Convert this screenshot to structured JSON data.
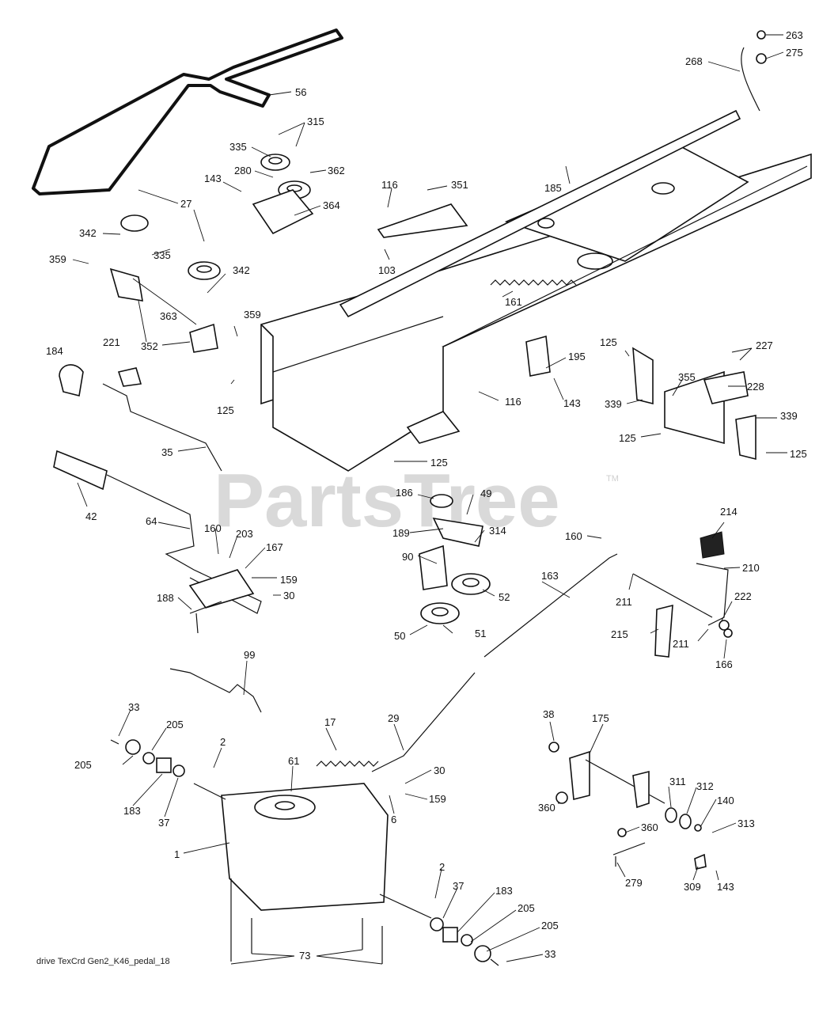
{
  "watermark": {
    "text": "PartsTree",
    "trademark": "TM"
  },
  "caption": "drive TexCrd Gen2_K46_pedal_18",
  "callouts": [
    {
      "id": "263",
      "text": "263"
    },
    {
      "id": "275",
      "text": "275"
    },
    {
      "id": "268",
      "text": "268"
    },
    {
      "id": "56",
      "text": "56"
    },
    {
      "id": "315",
      "text": "315"
    },
    {
      "id": "335a",
      "text": "335"
    },
    {
      "id": "280",
      "text": "280"
    },
    {
      "id": "362",
      "text": "362"
    },
    {
      "id": "143a",
      "text": "143"
    },
    {
      "id": "364",
      "text": "364"
    },
    {
      "id": "27",
      "text": "27"
    },
    {
      "id": "116a",
      "text": "116"
    },
    {
      "id": "351",
      "text": "351"
    },
    {
      "id": "185",
      "text": "185"
    },
    {
      "id": "342a",
      "text": "342"
    },
    {
      "id": "335b",
      "text": "335"
    },
    {
      "id": "359a",
      "text": "359"
    },
    {
      "id": "342b",
      "text": "342"
    },
    {
      "id": "103",
      "text": "103"
    },
    {
      "id": "161",
      "text": "161"
    },
    {
      "id": "363",
      "text": "363"
    },
    {
      "id": "359b",
      "text": "359"
    },
    {
      "id": "352",
      "text": "352"
    },
    {
      "id": "184",
      "text": "184"
    },
    {
      "id": "221",
      "text": "221"
    },
    {
      "id": "125a",
      "text": "125"
    },
    {
      "id": "125b",
      "text": "125"
    },
    {
      "id": "227",
      "text": "227"
    },
    {
      "id": "195",
      "text": "195"
    },
    {
      "id": "355",
      "text": "355"
    },
    {
      "id": "228",
      "text": "228"
    },
    {
      "id": "116b",
      "text": "116"
    },
    {
      "id": "143b",
      "text": "143"
    },
    {
      "id": "339a",
      "text": "339"
    },
    {
      "id": "339b",
      "text": "339"
    },
    {
      "id": "125c",
      "text": "125"
    },
    {
      "id": "125d",
      "text": "125"
    },
    {
      "id": "35",
      "text": "35"
    },
    {
      "id": "125e",
      "text": "125"
    },
    {
      "id": "42",
      "text": "42"
    },
    {
      "id": "186",
      "text": "186"
    },
    {
      "id": "49",
      "text": "49"
    },
    {
      "id": "214",
      "text": "214"
    },
    {
      "id": "64",
      "text": "64"
    },
    {
      "id": "160a",
      "text": "160"
    },
    {
      "id": "203",
      "text": "203"
    },
    {
      "id": "189",
      "text": "189"
    },
    {
      "id": "314",
      "text": "314"
    },
    {
      "id": "160b",
      "text": "160"
    },
    {
      "id": "167",
      "text": "167"
    },
    {
      "id": "90",
      "text": "90"
    },
    {
      "id": "210",
      "text": "210"
    },
    {
      "id": "159a",
      "text": "159"
    },
    {
      "id": "30a",
      "text": "30"
    },
    {
      "id": "163",
      "text": "163"
    },
    {
      "id": "52",
      "text": "52"
    },
    {
      "id": "211a",
      "text": "211"
    },
    {
      "id": "222",
      "text": "222"
    },
    {
      "id": "188",
      "text": "188"
    },
    {
      "id": "50",
      "text": "50"
    },
    {
      "id": "51",
      "text": "51"
    },
    {
      "id": "215",
      "text": "215"
    },
    {
      "id": "211b",
      "text": "211"
    },
    {
      "id": "166",
      "text": "166"
    },
    {
      "id": "99",
      "text": "99"
    },
    {
      "id": "33a",
      "text": "33"
    },
    {
      "id": "205a",
      "text": "205"
    },
    {
      "id": "17",
      "text": "17"
    },
    {
      "id": "29",
      "text": "29"
    },
    {
      "id": "38",
      "text": "38"
    },
    {
      "id": "175",
      "text": "175"
    },
    {
      "id": "2a",
      "text": "2"
    },
    {
      "id": "205b",
      "text": "205"
    },
    {
      "id": "61",
      "text": "61"
    },
    {
      "id": "30b",
      "text": "30"
    },
    {
      "id": "311",
      "text": "311"
    },
    {
      "id": "312",
      "text": "312"
    },
    {
      "id": "183a",
      "text": "183"
    },
    {
      "id": "159b",
      "text": "159"
    },
    {
      "id": "360a",
      "text": "360"
    },
    {
      "id": "140",
      "text": "140"
    },
    {
      "id": "37a",
      "text": "37"
    },
    {
      "id": "6",
      "text": "6"
    },
    {
      "id": "313",
      "text": "313"
    },
    {
      "id": "360b",
      "text": "360"
    },
    {
      "id": "1",
      "text": "1"
    },
    {
      "id": "279",
      "text": "279"
    },
    {
      "id": "309",
      "text": "309"
    },
    {
      "id": "143c",
      "text": "143"
    },
    {
      "id": "2b",
      "text": "2"
    },
    {
      "id": "37b",
      "text": "37"
    },
    {
      "id": "183b",
      "text": "183"
    },
    {
      "id": "205c",
      "text": "205"
    },
    {
      "id": "205d",
      "text": "205"
    },
    {
      "id": "73",
      "text": "73"
    },
    {
      "id": "33b",
      "text": "33"
    }
  ]
}
